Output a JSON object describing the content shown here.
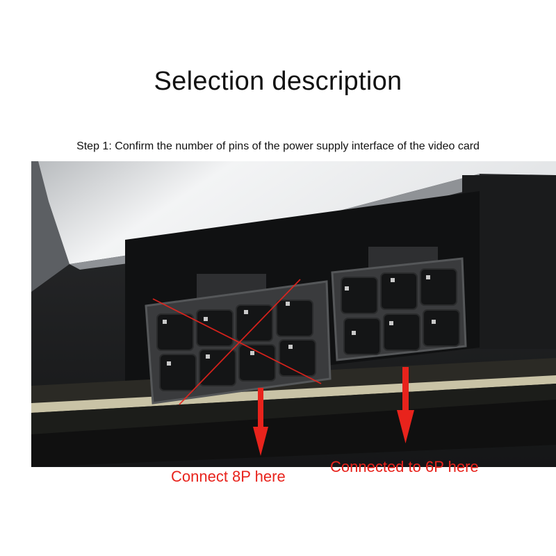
{
  "heading": {
    "title": "Selection description"
  },
  "step": {
    "text": "Step 1: Confirm the number of pins of the power supply interface of the video card"
  },
  "annotations": {
    "connect_8p": "Connect 8P here",
    "connect_6p": "Connected to 6P here",
    "arrow_color": "#e8231c"
  },
  "photo": {
    "subject": "graphics-card-power-connectors",
    "connectors": [
      {
        "name": "8-pin",
        "pins": 8,
        "crossed_out": true
      },
      {
        "name": "6-pin",
        "pins": 6,
        "crossed_out": false
      }
    ]
  }
}
